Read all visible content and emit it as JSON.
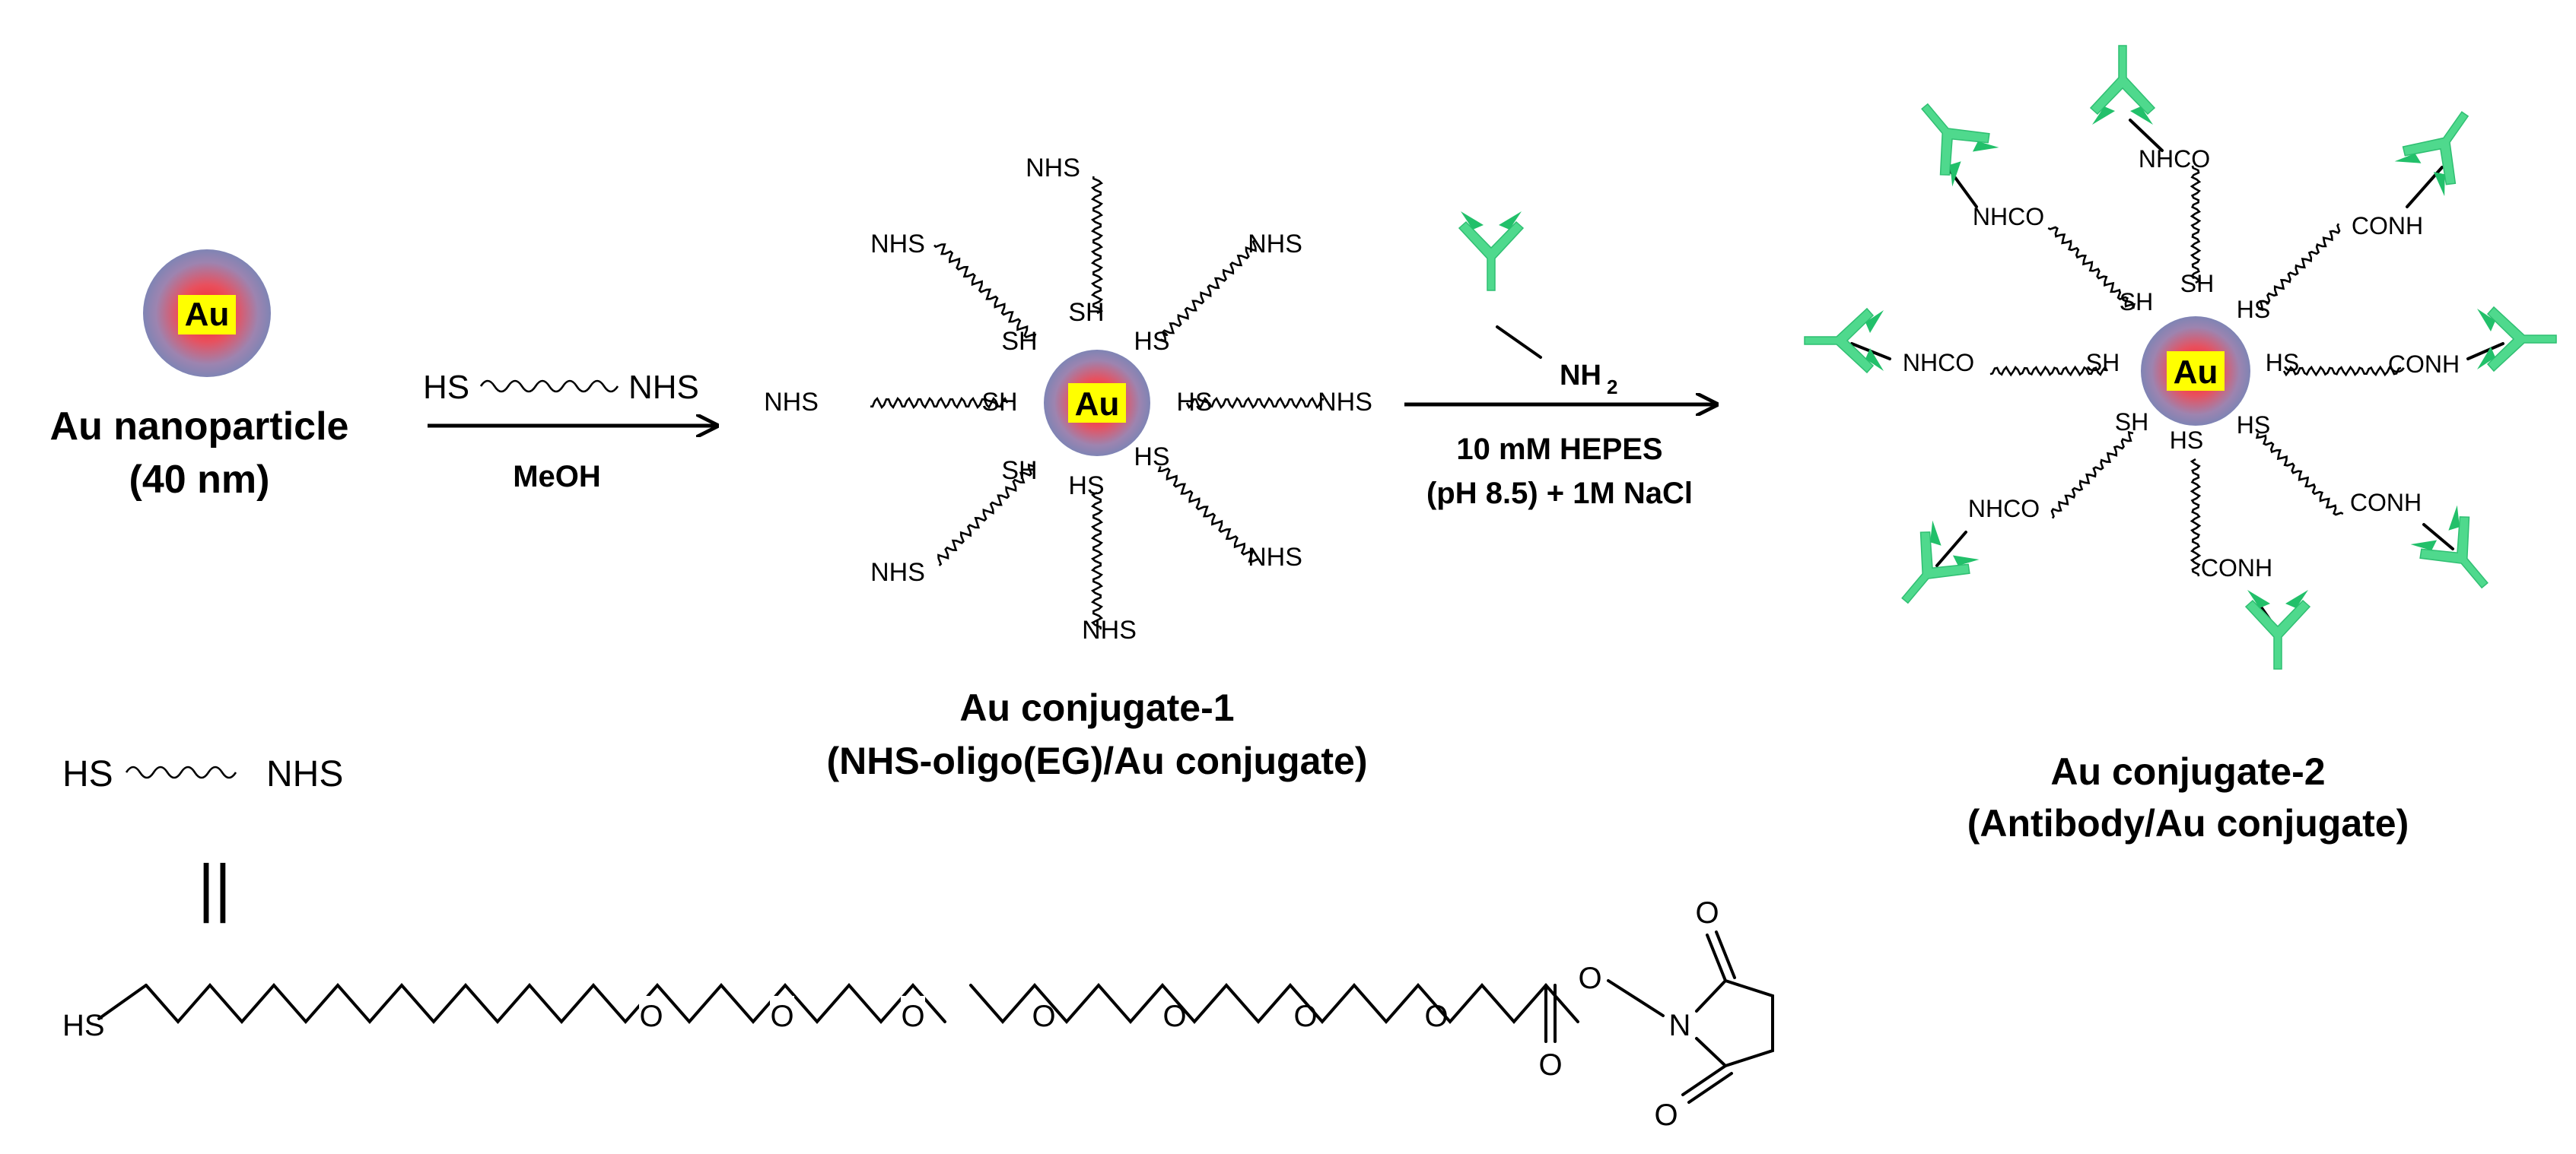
{
  "au_text": "Au",
  "nanoparticle": {
    "line1": "Au nanoparticle",
    "line2": "(40 nm)"
  },
  "linker": {
    "left": "HS",
    "right": "NHS"
  },
  "step1": {
    "reagent_left": "HS",
    "reagent_right": "NHS",
    "solvent": "MeOH"
  },
  "conjugate1": {
    "line1": "Au conjugate-1",
    "line2": "(NHS-oligo(EG)/Au conjugate)",
    "thiol": "SH",
    "thiol_alt": "HS",
    "end_group": "NHS"
  },
  "step2": {
    "amine": "NH",
    "amine_sub": "2",
    "condition1": "10 mM HEPES",
    "condition2": "(pH 8.5) + 1M NaCl"
  },
  "conjugate2": {
    "line1": "Au conjugate-2",
    "line2": "(Antibody/Au conjugate)",
    "thiol": "SH",
    "thiol_alt": "HS",
    "amide_left": "NHCO",
    "amide_right": "CONH"
  },
  "structure": {
    "equals": "||",
    "thiol_end": "HS",
    "ether_o": "O",
    "ester_o": "O",
    "imide_n": "N"
  },
  "colors": {
    "antibody": "#4fd98d",
    "antibody_dark": "#22c06a",
    "au_label_bg": "#ffff00",
    "particle_core": "#ff2a2a",
    "particle_edge": "#8a8fb8"
  }
}
